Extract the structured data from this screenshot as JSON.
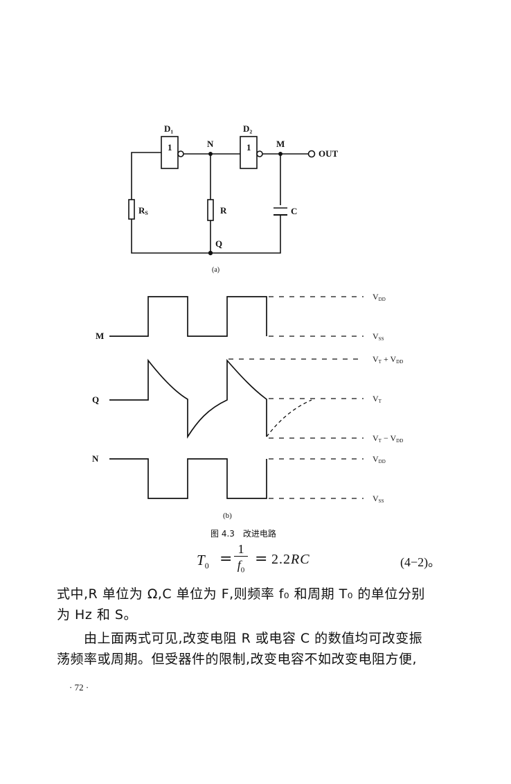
{
  "figure": {
    "circuit": {
      "gate1_label": "D₁",
      "gate2_label": "D₂",
      "gate_symbol": "1",
      "node_n": "N",
      "node_m": "M",
      "node_q": "Q",
      "output": "OUT",
      "res_s": "R",
      "res_s_sub": "S",
      "res": "R",
      "cap": "C",
      "sub_caption": "(a)"
    },
    "timing": {
      "signal_m": "M",
      "signal_q": "Q",
      "signal_n": "N",
      "level_vdd": "V",
      "level_vdd_sub": "DD",
      "level_vss": "V",
      "level_vss_sub": "SS",
      "level_vt_plus": "V",
      "level_vt_plus_mid": "T",
      "level_vt_plus_tail": " + V",
      "level_vt_plus_sub": "DD",
      "level_vt": "V",
      "level_vt_sub": "T",
      "level_vt_minus": "V",
      "level_vt_minus_mid": "T",
      "level_vt_minus_tail": " − V",
      "level_vt_minus_sub": "DD",
      "level_vdd2": "V",
      "level_vdd2_sub": "DD",
      "level_vss2": "V",
      "level_vss2_sub": "SS",
      "sub_caption": "(b)"
    },
    "caption": "图 4.3　改进电路"
  },
  "formula": {
    "lhs": "T",
    "lhs_sub": "0",
    "numerator": "1",
    "denominator": "f",
    "denominator_sub": "0",
    "rhs_coef": "2.2",
    "rhs_vars": "RC",
    "number": "(4−2)。"
  },
  "paragraphs": [
    "式中,R 单位为 Ω,C 单位为 F,则频率 f₀ 和周期 T₀ 的单位分别",
    "为 Hz 和 S。",
    "　　由上面两式可见,改变电阻 R 或电容 C 的数值均可改变振",
    "荡频率或周期。但受器件的限制,改变电容不如改变电阻方便,"
  ],
  "page_number": "· 72 ·"
}
